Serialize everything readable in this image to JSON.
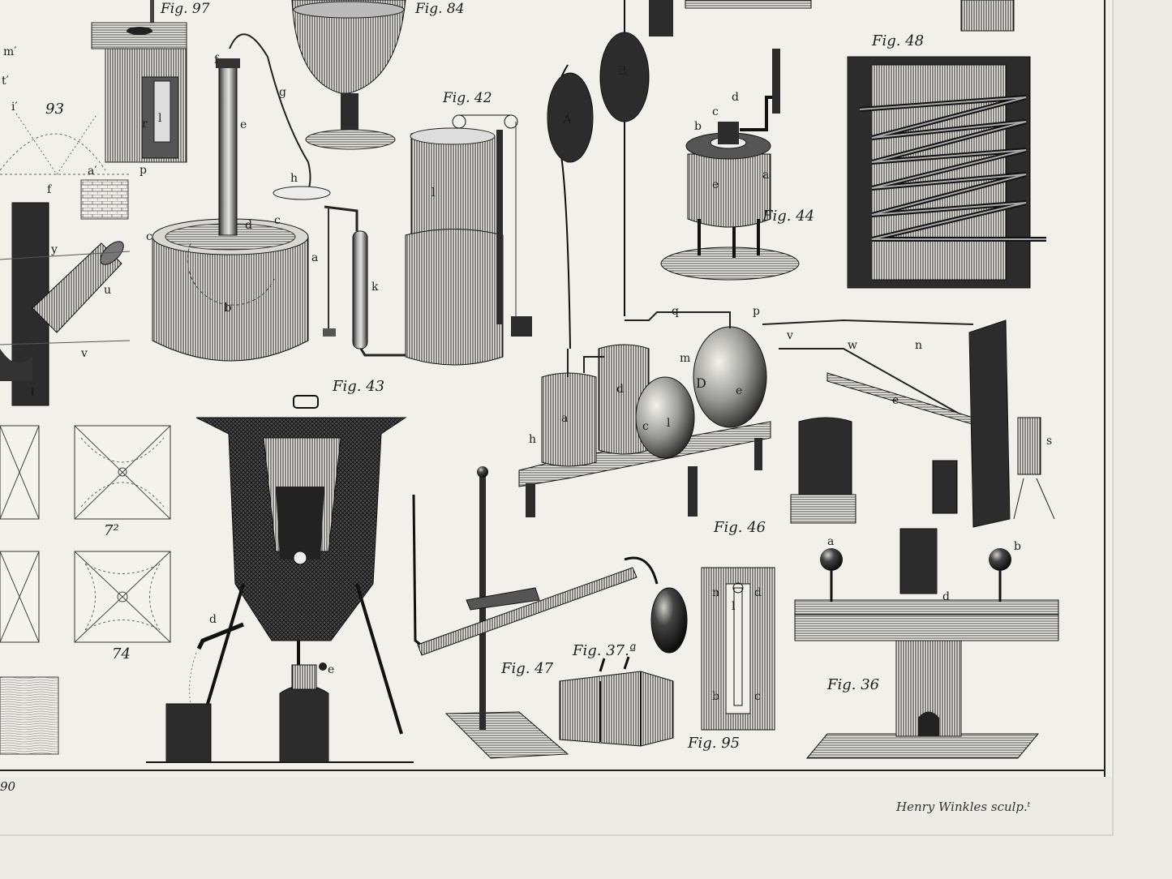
{
  "figures": {
    "fig97": "Fig. 97",
    "fig84": "Fig. 84",
    "fig42": "Fig. 42",
    "fig48": "Fig. 48",
    "fig44": "Fig. 44",
    "fig43": "Fig. 43",
    "fig46": "Fig. 46",
    "fig47": "Fig. 47",
    "fig37a": "Fig. 37.ª",
    "fig95": "Fig. 95",
    "fig36": "Fig. 36",
    "n93": "93",
    "n72": "7²",
    "n74": "74",
    "n90": "90"
  },
  "engraver": "Henry Winkles sculp.ᵗ",
  "letters": {
    "m1": "m′",
    "t1": "t′",
    "i1": "i′",
    "a1": "a′",
    "f1": "f",
    "y": "y",
    "u": "u",
    "v": "v",
    "t": "t",
    "r": "r",
    "l": "l",
    "p": "p",
    "f": "f",
    "g": "g",
    "e": "e",
    "h": "h",
    "c1": "c",
    "d": "d",
    "c2": "c",
    "a": "a",
    "k": "k",
    "b": "b",
    "l42": "l",
    "A": "A",
    "B": "B",
    "b44": "b",
    "c44": "c",
    "d44": "d",
    "e44": "e",
    "a44": "a",
    "q": "q",
    "p46": "p",
    "v46": "v",
    "w": "w",
    "n": "n",
    "m": "m",
    "D": "D",
    "e46": "e",
    "d46": "d",
    "a46": "a",
    "h46": "h",
    "c46": "c",
    "l46": "l",
    "e2": "e",
    "s": "s",
    "a36": "a",
    "b36": "b",
    "d36": "d",
    "n95": "n",
    "d95": "d",
    "b95": "b",
    "l95": "l",
    "c95": "c",
    "d43": "d",
    "e43": "e"
  }
}
